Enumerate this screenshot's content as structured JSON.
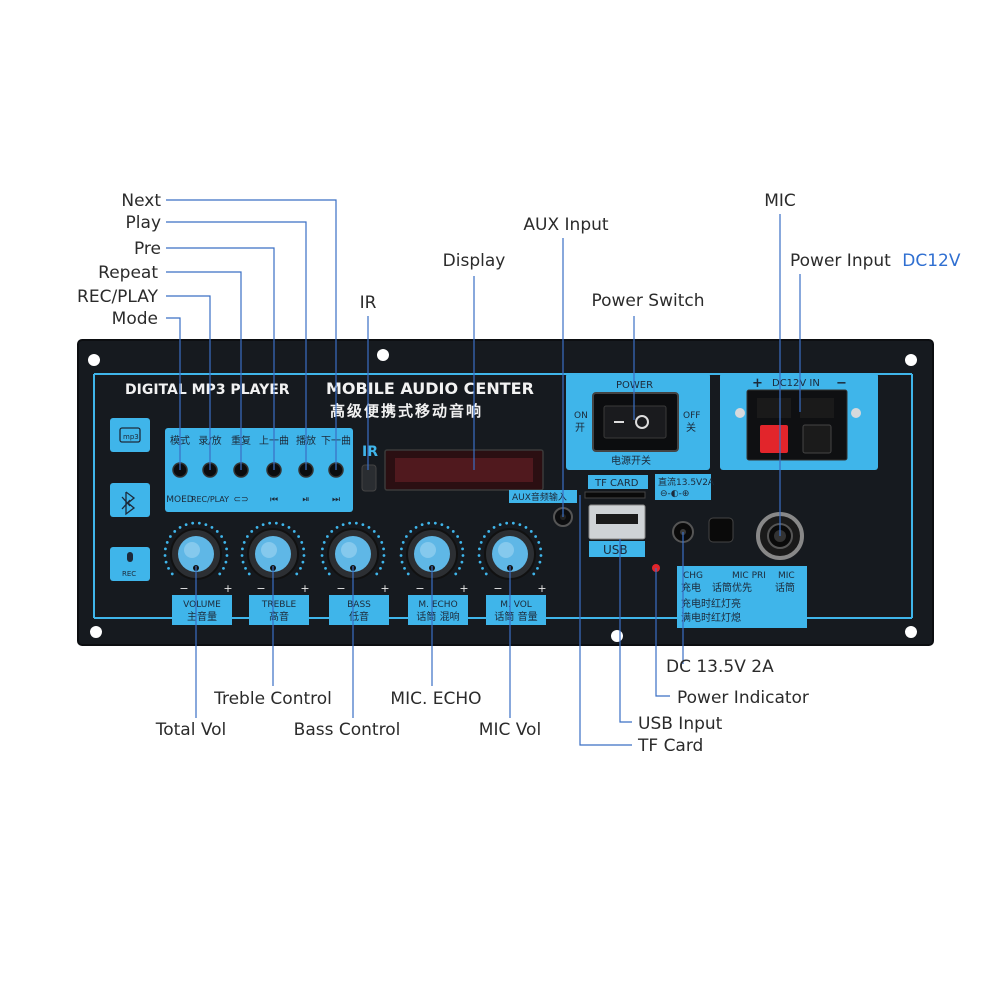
{
  "callouts": {
    "next": "Next",
    "play": "Play",
    "pre": "Pre",
    "repeat": "Repeat",
    "rec_play": "REC/PLAY",
    "mode": "Mode",
    "ir": "IR",
    "display": "Display",
    "aux_input": "AUX Input",
    "power_switch": "Power Switch",
    "mic": "MIC",
    "power_input": "Power Input",
    "power_input_spec": "DC12V",
    "dc_spec": "DC 13.5V 2A",
    "power_indicator": "Power Indicator",
    "usb_input": "USB Input",
    "tf_card": "TF Card",
    "treble_control": "Treble Control",
    "mic_echo": "MIC. ECHO",
    "total_vol": "Total Vol",
    "bass_control": "Bass Control",
    "mic_vol": "MIC Vol"
  },
  "panel": {
    "brand_left": "DIGITAL MP3 PLAYER",
    "brand_right": "MOBILE AUDIO CENTER",
    "brand_cn": "高级便携式移动音响",
    "ir_label": "IR",
    "left_icons": [
      "mp3-icon",
      "bluetooth-icon",
      "rec-mic-icon"
    ],
    "rec_label": "REC",
    "button_cn_labels": [
      "模式",
      "录/放",
      "重复",
      "上一曲",
      "播放",
      "下一曲"
    ],
    "button_en_labels": [
      "MOED",
      "REC/PLAY",
      "⊂⊃",
      "⏮",
      "⏯",
      "⏭"
    ],
    "knobs": [
      {
        "en": "VOLUME",
        "cn": "主音量"
      },
      {
        "en": "TREBLE",
        "cn": "高音"
      },
      {
        "en": "BASS",
        "cn": "低音"
      },
      {
        "en": "M. ECHO",
        "cn": "话筒 混响"
      },
      {
        "en": "M. VOL",
        "cn": "话筒 音量"
      }
    ],
    "minus": "−",
    "plus": "+",
    "aux_label": "AUX音频输入",
    "tf_label": "TF CARD",
    "usb_label": "USB",
    "dc_label": "直流13.5V2A",
    "power_title": "POWER",
    "on_en": "ON",
    "on_cn": "开",
    "off_en": "OFF",
    "off_cn": "关",
    "power_cn": "电源开关",
    "dc_in_label": "DC12V IN",
    "chg_en": "CHG",
    "chg_cn": "充电",
    "micpri_en": "MIC PRI",
    "micpri_cn": "话筒优先",
    "mic_en": "MIC",
    "mic_cn": "话筒",
    "charge_line1": "充电时红灯亮",
    "charge_line2": "满电时红灯熄"
  },
  "colors": {
    "panel": "#161a1f",
    "accent_blue": "#3fb5ea",
    "knob_blue": "#5fb7e6",
    "leader": "#3a6fc4",
    "callout_blue": "#2f6fd1"
  }
}
